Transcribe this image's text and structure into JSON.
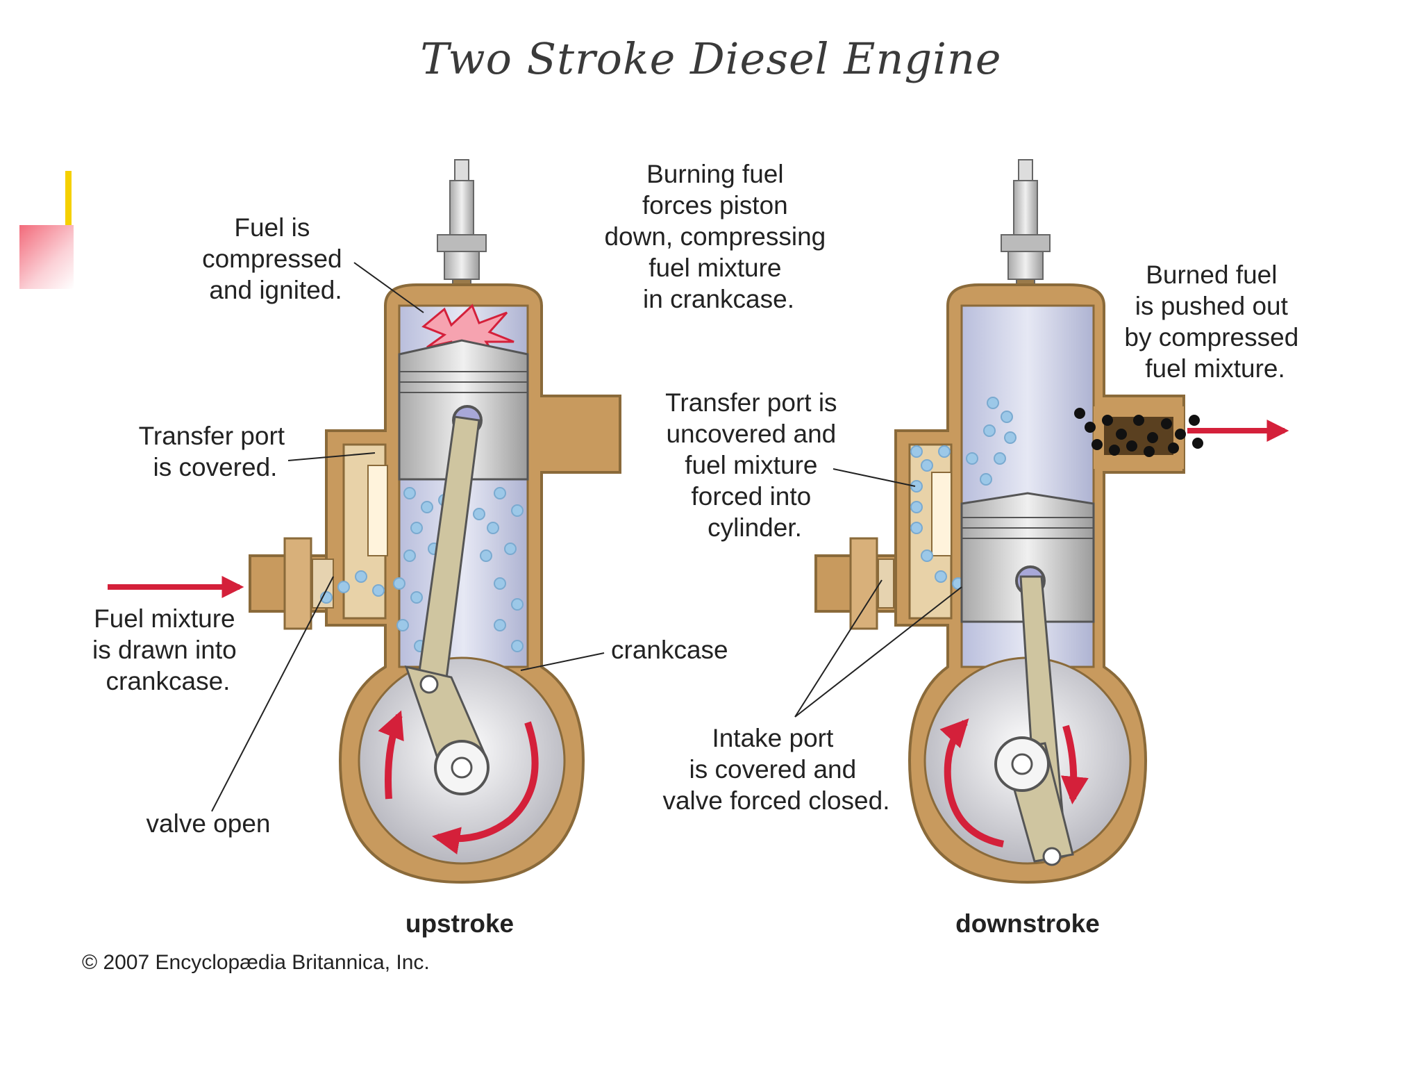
{
  "title": "Two Stroke Diesel Engine",
  "colors": {
    "engine_wall": "#c89a5e",
    "engine_wall_dark": "#8a6a3a",
    "arrow": "#d4203a",
    "fuel_bubble": "#9cc8e8",
    "burned_fuel": "#111111",
    "accent_bar": "#f5d000"
  },
  "left_engine": {
    "caption": "upstroke",
    "labels": {
      "fuel_compressed": [
        "Fuel is",
        "compressed",
        "and ignited."
      ],
      "transfer_covered": [
        "Transfer port",
        "is covered."
      ],
      "fuel_drawn": [
        "Fuel mixture",
        "is drawn into",
        "crankcase."
      ],
      "valve_open": [
        "valve open"
      ],
      "crankcase": [
        "crankcase"
      ]
    }
  },
  "right_engine": {
    "caption": "downstroke",
    "labels": {
      "burning_fuel": [
        "Burning fuel",
        "forces piston",
        "down, compressing",
        "fuel mixture",
        "in crankcase."
      ],
      "burned_out": [
        "Burned fuel",
        "is pushed out",
        "by compressed",
        "fuel mixture."
      ],
      "transfer_uncovered": [
        "Transfer port is",
        "uncovered and",
        "fuel mixture",
        "forced into",
        "cylinder."
      ],
      "intake_covered": [
        "Intake port",
        "is covered and",
        "valve forced closed."
      ]
    }
  },
  "copyright": "© 2007 Encyclopædia Britannica, Inc."
}
